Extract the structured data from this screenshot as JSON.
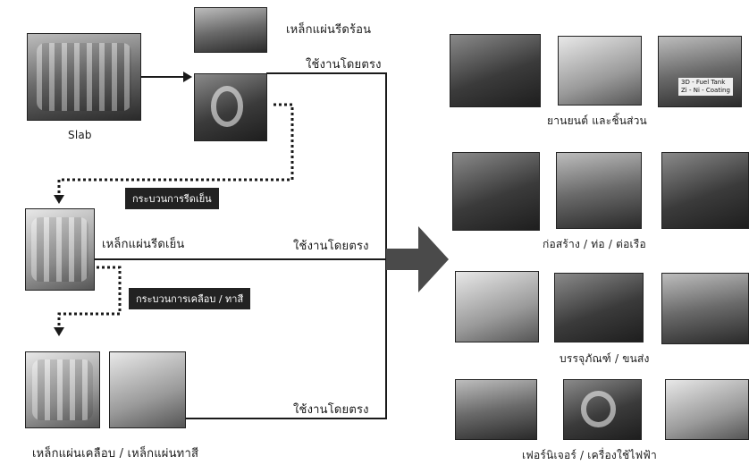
{
  "slab_label": "Slab",
  "hot_rolled_label": "เหล็กแผ่นรีดร้อน",
  "direct_use_1": "ใช้งานโดยตรง",
  "cold_rolling_process": "กระบวนการรีดเย็น",
  "cold_rolled_label": "เหล็กแผ่นรีดเย็น",
  "direct_use_2": "ใช้งานโดยตรง",
  "coating_process": "กระบวนการเคลือบ / ทาสี",
  "direct_use_3": "ใช้งานโดยตรง",
  "coated_label": "เหล็กแผ่นเคลือบ / เหล็กแผ่นทาสี",
  "applications": {
    "automotive": "ยานยนต์ และชิ้นส่วน",
    "construction": "ก่อสร้าง / ท่อ / ต่อเรือ",
    "packaging": "บรรจุภัณฑ์ / ขนส่ง",
    "furniture": "เฟอร์นิเจอร์ / เครื่องใช้ไฟฟ้า"
  },
  "photo_text": {
    "tank_line1": "3D - Fuel Tank",
    "tank_line2": "Zi - Ni - Coating"
  }
}
